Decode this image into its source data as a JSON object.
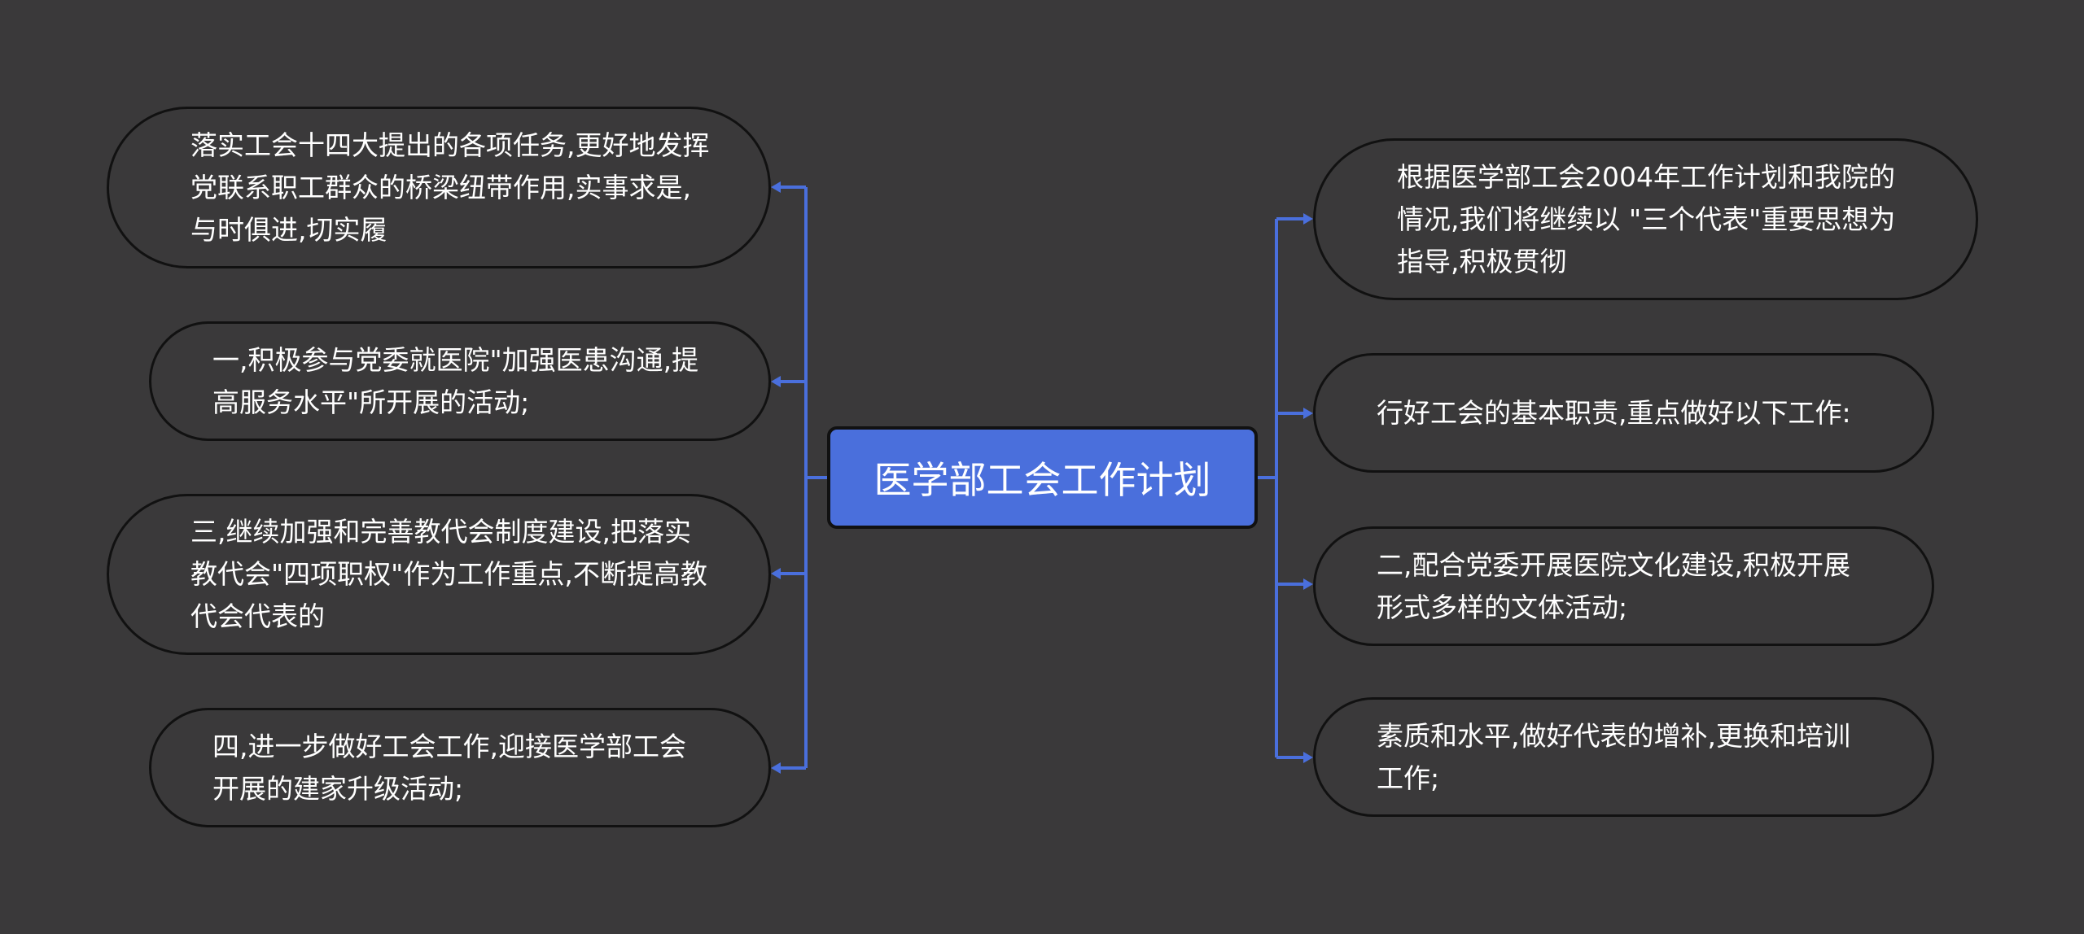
{
  "root": {
    "title": "医学部工会工作计划"
  },
  "colors": {
    "background": "#3a393a",
    "accent": "#4a6fdc",
    "border": "#111111",
    "text": "#ffffff"
  },
  "left_nodes": [
    {
      "text": "落实工会十四大提出的各项任务,更好地发挥党联系职工群众的桥梁纽带作用,实事求是,与时俱进,切实履"
    },
    {
      "text": "一,积极参与党委就医院\"加强医患沟通,提高服务水平\"所开展的活动;"
    },
    {
      "text": "三,继续加强和完善教代会制度建设,把落实教代会\"四项职权\"作为工作重点,不断提高教代会代表的"
    },
    {
      "text": "四,进一步做好工会工作,迎接医学部工会开展的建家升级活动;"
    }
  ],
  "right_nodes": [
    {
      "text": "根据医学部工会2004年工作计划和我院的情况,我们将继续以 \"三个代表\"重要思想为指导,积极贯彻"
    },
    {
      "text": "行好工会的基本职责,重点做好以下工作:"
    },
    {
      "text": "二,配合党委开展医院文化建设,积极开展形式多样的文体活动;"
    },
    {
      "text": "素质和水平,做好代表的增补,更换和培训工作;"
    }
  ]
}
